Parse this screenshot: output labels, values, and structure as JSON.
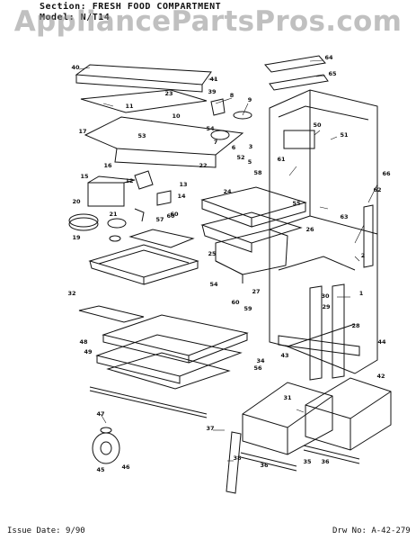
{
  "header": {
    "section_label": "Section:",
    "section_value": "FRESH FOOD COMPARTMENT",
    "model_label": "Model:",
    "model_value": "N/T14"
  },
  "watermark": "AppliancePartsPros.com",
  "footer": {
    "issue": "Issue Date: 9/90",
    "drawing": "Drw No: A-42-279"
  },
  "callouts": [
    "1",
    "2",
    "3",
    "5",
    "6",
    "7",
    "8",
    "9",
    "10",
    "11",
    "12",
    "13",
    "14",
    "15",
    "16",
    "17",
    "19",
    "20",
    "21",
    "22",
    "23",
    "24",
    "25",
    "26",
    "27",
    "28",
    "29",
    "30",
    "31",
    "32",
    "34",
    "35",
    "36",
    "37",
    "38",
    "39",
    "40",
    "41",
    "42",
    "43",
    "44",
    "45",
    "46",
    "47",
    "48",
    "49",
    "50",
    "51",
    "52",
    "53",
    "54",
    "55",
    "56",
    "57",
    "58",
    "59",
    "60",
    "61",
    "62",
    "63",
    "64",
    "65",
    "66"
  ],
  "colors": {
    "line": "#111111",
    "watermark": "#8c8c8c"
  }
}
